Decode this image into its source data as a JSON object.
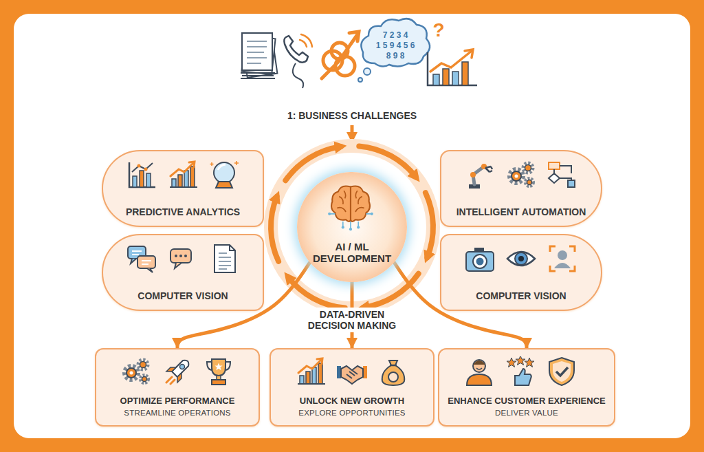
{
  "diagram": {
    "nodes": [
      {
        "text": [
          "PREDICTIVE ANALYTICS"
        ]
      },
      {
        "text": [
          "AI / ML DEVELOPMENT"
        ]
      },
      {
        "text": [
          "INTELLIGENT AUTOMATION"
        ]
      },
      {
        "text": [
          "COMPUTER VISION"
        ]
      },
      {
        "text": [
          "COMPUTER VISION"
        ]
      },
      {
        "text": [
          "OPTIMIZE PERFORMANCE",
          "STREAMLINE OPERATIONS"
        ]
      },
      {
        "text": [
          "UNLOCK NEW GROWTH",
          "EXPLORE OPPORTUNITIES"
        ]
      },
      {
        "text": [
          "ENHANCE CUSTOMER EXPERIENCE",
          "DELIVER VALUE"
        ]
      }
    ],
    "edges": [
      {
        "from": 1,
        "to": 5,
        "arrow": "to"
      },
      {
        "from": 1,
        "to": 6,
        "arrow": "to"
      },
      {
        "from": 1,
        "to": 7,
        "arrow": "to"
      }
    ],
    "labels": [
      "7 2 3 4",
      "1 5 9 4 5 6",
      "8 9 8",
      "?",
      "1: BUSINESS CHALLENGES",
      "DATA-DRIVEN DECISION MAKING"
    ]
  }
}
